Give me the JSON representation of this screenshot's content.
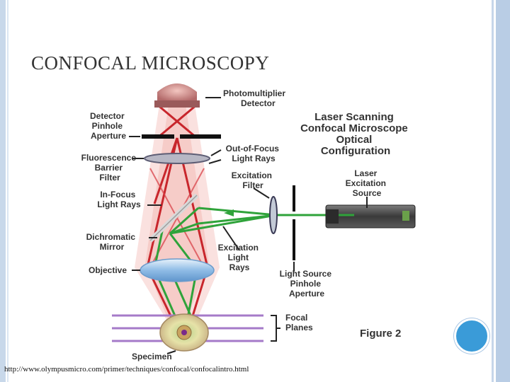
{
  "slide": {
    "title": "CONFOCAL MICROSCOPY",
    "source_url": "http://www.olympusmicro.com/primer/techniques/confocal/confocalintro.html"
  },
  "diagram": {
    "title_lines": [
      "Laser Scanning",
      "Confocal Microscope",
      "Optical",
      "Configuration"
    ],
    "labels": {
      "photomultiplier": [
        "Photomultiplier",
        "Detector"
      ],
      "detector_pinhole": [
        "Detector",
        "Pinhole",
        "Aperture"
      ],
      "fluorescence_filter": [
        "Fluorescence",
        "Barrier",
        "Filter"
      ],
      "out_of_focus": [
        "Out-of-Focus",
        "Light Rays"
      ],
      "excitation_filter": [
        "Excitation",
        "Filter"
      ],
      "laser_source": [
        "Laser",
        "Excitation",
        "Source"
      ],
      "in_focus": [
        "In-Focus",
        "Light Rays"
      ],
      "dichromatic": [
        "Dichromatic",
        "Mirror"
      ],
      "excitation_rays": [
        "Excitation",
        "Light",
        "Rays"
      ],
      "objective": [
        "Objective"
      ],
      "light_source_pinhole": [
        "Light Source",
        "Pinhole",
        "Aperture"
      ],
      "focal_planes": [
        "Focal",
        "Planes"
      ],
      "specimen": [
        "Specimen"
      ]
    },
    "figure_label": "Figure 2",
    "colors": {
      "emission": "#c8262c",
      "excitation": "#2fa33a",
      "focal_plane": "#a57ac9",
      "glow": "#f6c9c4"
    }
  }
}
